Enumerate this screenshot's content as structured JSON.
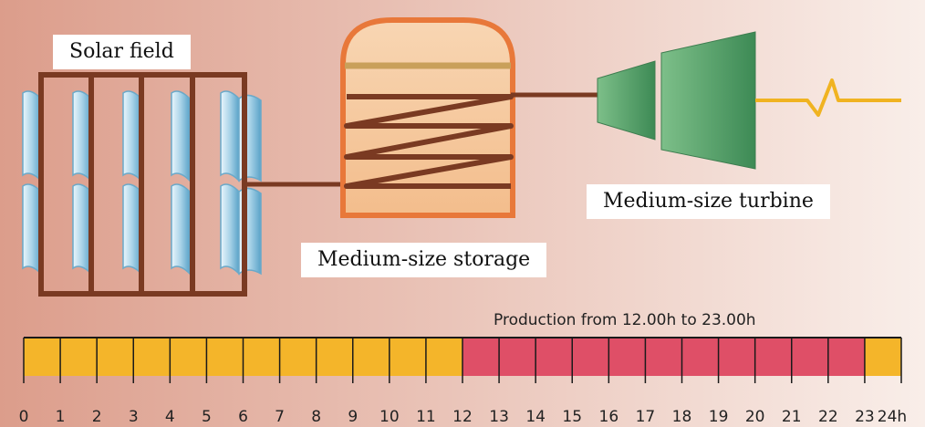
{
  "captions": {
    "solar_field": "Solar field",
    "storage": "Medium-size storage",
    "turbine": "Medium-size turbine"
  },
  "timeline": {
    "production_label": "Production from 12.00h to 23.00h",
    "hours": [
      "0",
      "1",
      "2",
      "3",
      "4",
      "5",
      "6",
      "7",
      "8",
      "9",
      "10",
      "11",
      "12",
      "13",
      "14",
      "15",
      "16",
      "17",
      "18",
      "19",
      "20",
      "21",
      "22",
      "23",
      "24h"
    ],
    "production_start_hour": 12,
    "production_end_hour": 23,
    "total_hours": 24
  },
  "colors": {
    "background_left": "#dc9d8b",
    "background_right": "#f9eee9",
    "pipe": "#7a3a22",
    "panel_blue": "#a9d3e8",
    "tank_fill": "#f6c89c",
    "tank_outline": "#e8783a",
    "turbine_green": "#4e9a63",
    "electric_wire": "#f0b321",
    "off_period": "#f4b52a",
    "production_period": "#df4f67"
  }
}
